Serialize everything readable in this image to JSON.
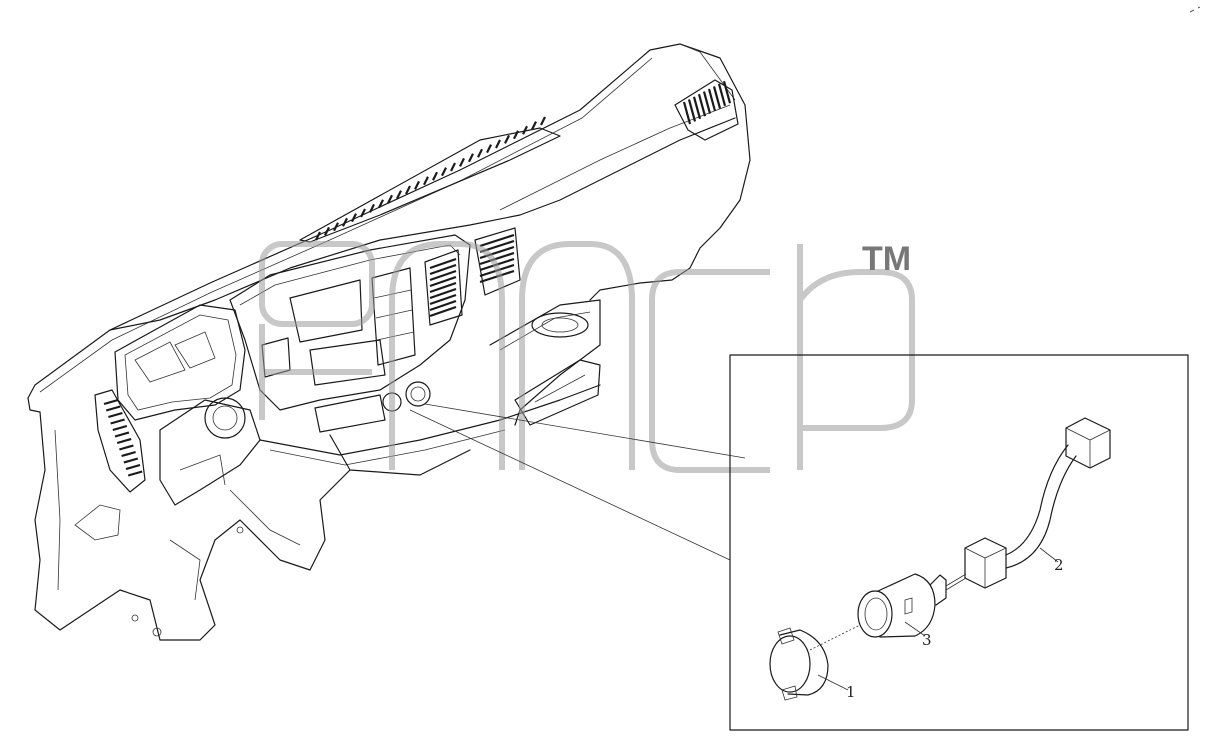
{
  "watermark": {
    "trademark_symbol": "TM"
  },
  "callouts": [
    {
      "id": "1",
      "label": "1"
    },
    {
      "id": "2",
      "label": "2"
    },
    {
      "id": "3",
      "label": "3"
    }
  ],
  "colors": {
    "line": "#1a1a1a",
    "watermark": "#9a9a9a",
    "background": "#ffffff"
  }
}
